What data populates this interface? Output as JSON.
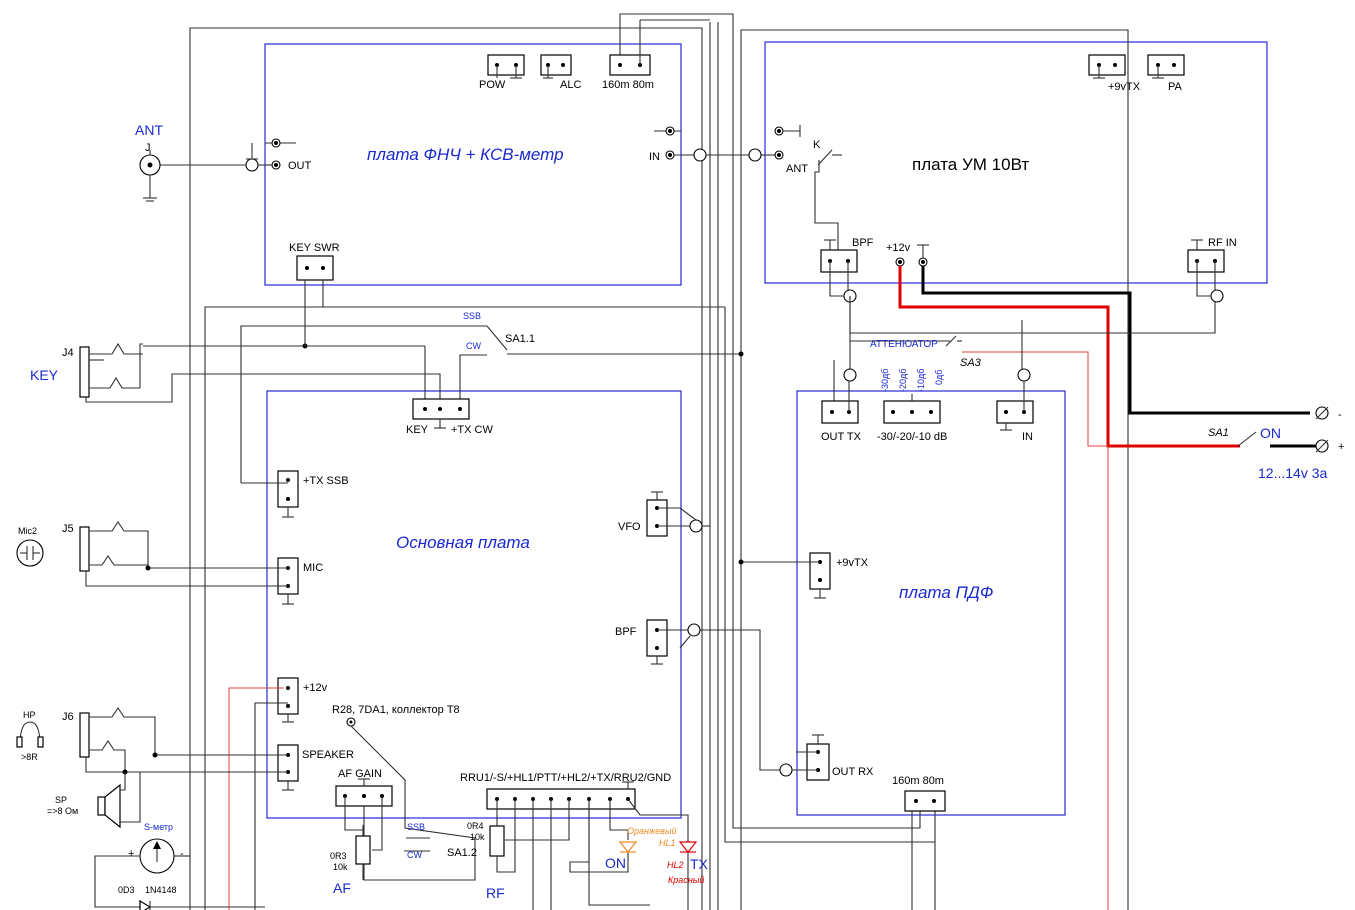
{
  "boards": {
    "lpf": "плата ФНЧ + КСВ-метр",
    "pa": "плата УМ 10Вт",
    "main": "Основная плата",
    "bpf": "плата ПДФ"
  },
  "lpf_labels": {
    "pow": "POW",
    "alc": "ALC",
    "band": "160m  80m",
    "out": "OUT",
    "in": "IN",
    "key_swr": "KEY  SWR"
  },
  "pa_labels": {
    "vtx": "+9vTX",
    "pa": "PA",
    "ant": "ANT",
    "k": "K",
    "bpf": "BPF",
    "v12": "+12v",
    "rf_in": "RF IN"
  },
  "ant": {
    "title": "ANT",
    "j": "J"
  },
  "key": {
    "j4": "J4",
    "title": "KEY"
  },
  "switch_sa1": {
    "ssb": "SSB",
    "cw": "CW",
    "name": "SA1.1"
  },
  "main_labels": {
    "key": "KEY",
    "tx_cw": "+TX CW",
    "tx_ssb": "+TX SSB",
    "mic": "MIC",
    "v12": "+12v",
    "speaker": "SPEAKER",
    "vfo": "VFO",
    "bpf": "BPF",
    "r28": "R28, 7DA1, коллектор T8",
    "af_gain": "AF GAIN",
    "rru": "RRU1/-S/+HL1/PTT/+HL2/+TX/RRU2/GND",
    "ssb": "SSB",
    "cw": "CW",
    "sa12": "SA1.2",
    "r3a": "0R3",
    "r3b": "10k",
    "r4a": "0R4",
    "r4b": "10k",
    "af": "AF",
    "rf": "RF",
    "on": "ON",
    "tx": "TX",
    "hl1_a": "Оранжевый",
    "hl1_b": "HL1",
    "hl2": "HL2",
    "red": "Красный"
  },
  "mic": {
    "j5": "J5",
    "name": "Mic2"
  },
  "hp": {
    "j6": "J6",
    "hp": "HP",
    "r": ">8R",
    "sp": "SP",
    "sp_r": "=>8 Ом"
  },
  "smeter": {
    "name": "S-метр",
    "plus": "+",
    "minus": "-",
    "d3": "0D3",
    "diode": "1N4148"
  },
  "bpf_labels": {
    "atten": "АТТЕНЮАТОР",
    "sa3": "SA3",
    "a30": "-30дб",
    "a20": "-20дб",
    "a10": "-10дб",
    "a0": "0дб",
    "out_tx": "OUT TX",
    "att": "-30/-20/-10 dB",
    "in": "IN",
    "vtx": "+9vTX",
    "out_rx": "OUT RX",
    "band": "160m  80m"
  },
  "power": {
    "sa1": "SA1",
    "on": "ON",
    "minus": "-",
    "plus": "+",
    "supply": "12...14v 3a"
  }
}
